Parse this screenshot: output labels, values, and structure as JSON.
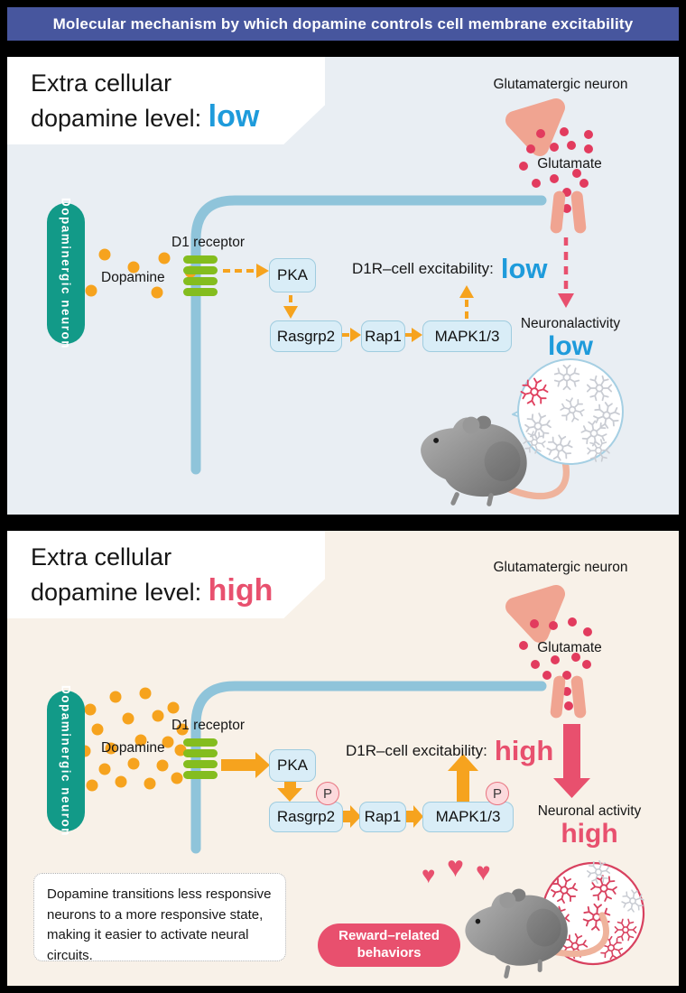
{
  "header": {
    "title": "Molecular mechanism by which dopamine controls cell membrane excitability"
  },
  "colors": {
    "header_bg": "#47569e",
    "panel_low_bg": "#e9eef3",
    "panel_high_bg": "#f8f1e8",
    "accent_low": "#1e9bdb",
    "accent_high": "#e8506e",
    "orange": "#f6a31e",
    "teal": "#129a88",
    "membrane_blue": "#8fc4da",
    "receptor_green": "#84bd1e",
    "neuron_salmon": "#f0a491",
    "glutamate_red": "#e23b5e"
  },
  "panels": {
    "low": {
      "title_line1": "Extra cellular",
      "title_prefix": "dopamine level:",
      "level": "low",
      "glutamatergic_neuron": "Glutamatergic neuron",
      "glutamate": "Glutamate",
      "dopaminergic_neuron": "Dopaminergic neuron",
      "dopamine": "Dopamine",
      "d1_receptor": "D1 receptor",
      "cascade": {
        "pka": "PKA",
        "rasgrp2": "Rasgrp2",
        "rap1": "Rap1",
        "mapk": "MAPK1/3"
      },
      "excitability_label": "D1R–cell excitability:",
      "excitability_value": "low",
      "activity_label": "Neuronalactivity",
      "activity_value": "low"
    },
    "high": {
      "title_line1": "Extra cellular",
      "title_prefix": "dopamine level:",
      "level": "high",
      "glutamatergic_neuron": "Glutamatergic neuron",
      "glutamate": "Glutamate",
      "dopaminergic_neuron": "Dopaminergic neuron",
      "dopamine": "Dopamine",
      "d1_receptor": "D1 receptor",
      "cascade": {
        "pka": "PKA",
        "rasgrp2": "Rasgrp2",
        "rap1": "Rap1",
        "mapk": "MAPK1/3"
      },
      "excitability_label": "D1R–cell excitability:",
      "excitability_value": "high",
      "activity_label": "Neuronal activity",
      "activity_value": "high",
      "phospho": "P",
      "note": "Dopamine transitions less responsive neurons to a more responsive state, making it easier to activate neural circuits.",
      "reward_line1": "Reward–related",
      "reward_line2": "behaviors"
    }
  }
}
